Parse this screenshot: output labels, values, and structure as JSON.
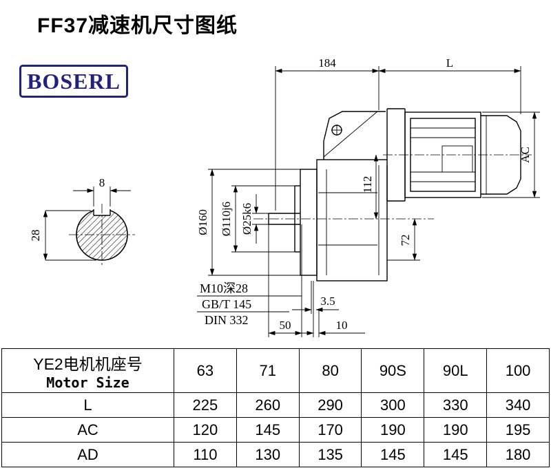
{
  "page": {
    "title": "FF37减速机尺寸图纸",
    "logo_text": "BOSERL"
  },
  "drawing": {
    "labels": {
      "top_width": "184",
      "top_length": "L",
      "motor_diameter": "AC",
      "flange_diameter": "Ø160",
      "spigot_diameter": "Ø110j6",
      "shaft_diameter": "Ø25k6",
      "center_height": "112",
      "axis_to_bottom": "72",
      "key_width": "8",
      "key_height": "28",
      "tap_hole": "M10深28",
      "tap_standard": "GB/T 145",
      "center_standard": "DIN 332",
      "spigot_depth": "3.5",
      "shaft_length": "50",
      "flange_offset": "10"
    }
  },
  "table": {
    "header": {
      "line1": "YE2电机机座号",
      "line2": "Motor Size"
    },
    "columns": [
      "63",
      "71",
      "80",
      "90S",
      "90L",
      "100"
    ],
    "rows": [
      {
        "label": "L",
        "values": [
          "225",
          "260",
          "290",
          "300",
          "330",
          "340"
        ]
      },
      {
        "label": "AC",
        "values": [
          "120",
          "145",
          "170",
          "190",
          "190",
          "195"
        ]
      },
      {
        "label": "AD",
        "values": [
          "110",
          "130",
          "135",
          "145",
          "145",
          "180"
        ]
      }
    ]
  }
}
